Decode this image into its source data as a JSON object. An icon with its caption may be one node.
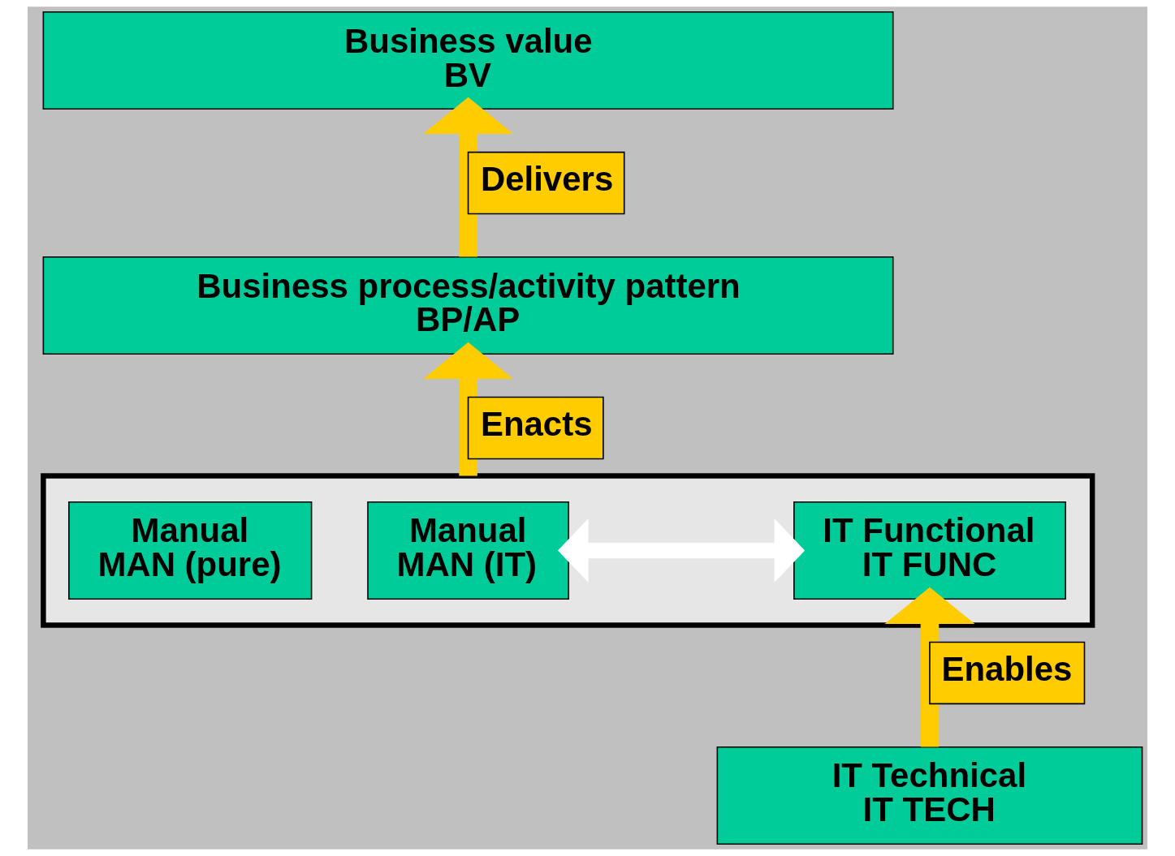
{
  "diagram": {
    "nodes": [
      {
        "text": [
          "Business value",
          "BV"
        ]
      },
      {
        "text": [
          "Business process/activity pattern",
          "BP/AP"
        ]
      },
      {
        "text": [],
        "shape": "box"
      },
      {
        "text": [
          "Manual",
          "MAN (pure)"
        ],
        "in": 2
      },
      {
        "text": [
          "Manual",
          "MAN (IT)"
        ],
        "in": 2
      },
      {
        "text": [
          "IT Functional",
          "IT FUNC"
        ],
        "in": 2
      },
      {
        "text": [
          "IT Technical",
          "IT TECH"
        ]
      }
    ],
    "edges": [
      {
        "from": 1,
        "to": 0,
        "arrow": "to",
        "label": "Delivers"
      },
      {
        "from": 2,
        "to": 1,
        "arrow": "to",
        "label": "Enacts"
      },
      {
        "from": 4,
        "to": 5,
        "arrow": "both",
        "color": "#ffffff"
      },
      {
        "from": 6,
        "to": 5,
        "arrow": "to",
        "label": "Enables"
      }
    ]
  }
}
